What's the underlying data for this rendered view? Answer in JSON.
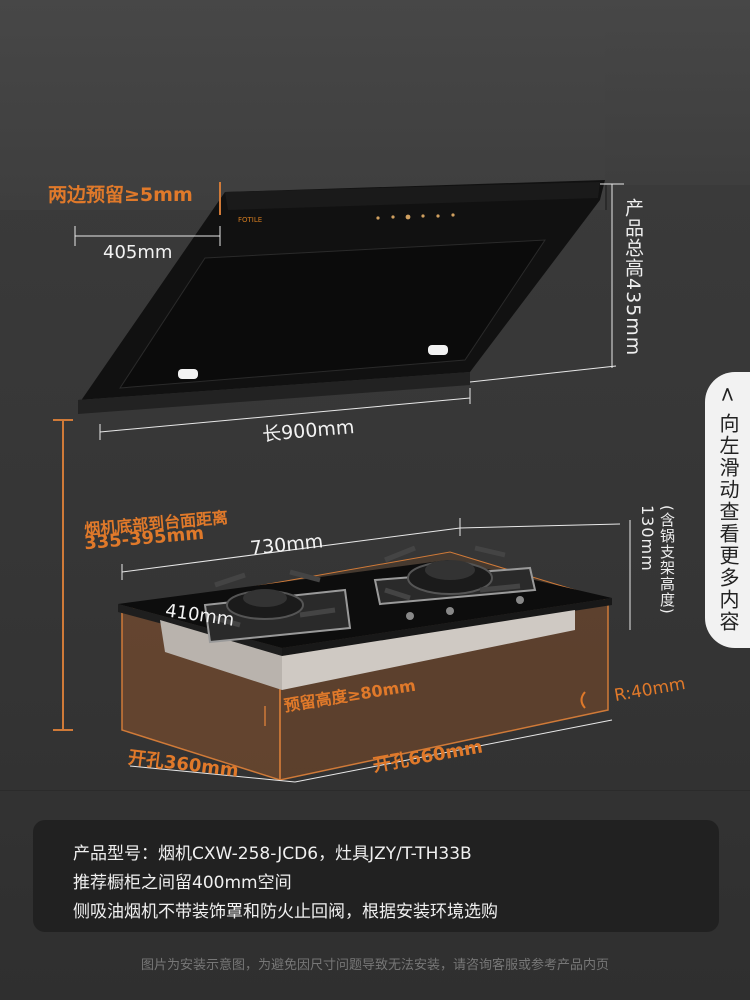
{
  "labels": {
    "side_gap": "两边预留≥5mm",
    "hood_depth": "405mm",
    "hood_height": "产品总高435mm",
    "hood_length": "长900mm",
    "bottom_to_counter_title": "烟机底部到台面距离",
    "bottom_to_counter_value": "335-395mm",
    "cooktop_length": "730mm",
    "cooktop_depth": "410mm",
    "cooktop_height": "130mm",
    "cooktop_height_note": "(含锅支架高度)",
    "reserved_height": "预留高度≥80mm",
    "radius": "R:40mm",
    "cutout_depth": "开孔360mm",
    "cutout_length": "开孔660mm"
  },
  "slide_hint": "< 向左滑动查看更多内容",
  "info": {
    "line1": "产品型号：烟机CXW-258-JCD6，灶具JZY/T-TH33B",
    "line2": "推荐橱柜之间留400mm空间",
    "line3": "侧吸油烟机不带装饰罩和防火止回阀，根据安装环境选购"
  },
  "footer": "图片为安装示意图，为避免因尺寸问题导致无法安装，请咨询客服或参考产品内页",
  "colors": {
    "accent": "#e0792a",
    "background": "#383838",
    "info_box": "#1e1e1e"
  }
}
